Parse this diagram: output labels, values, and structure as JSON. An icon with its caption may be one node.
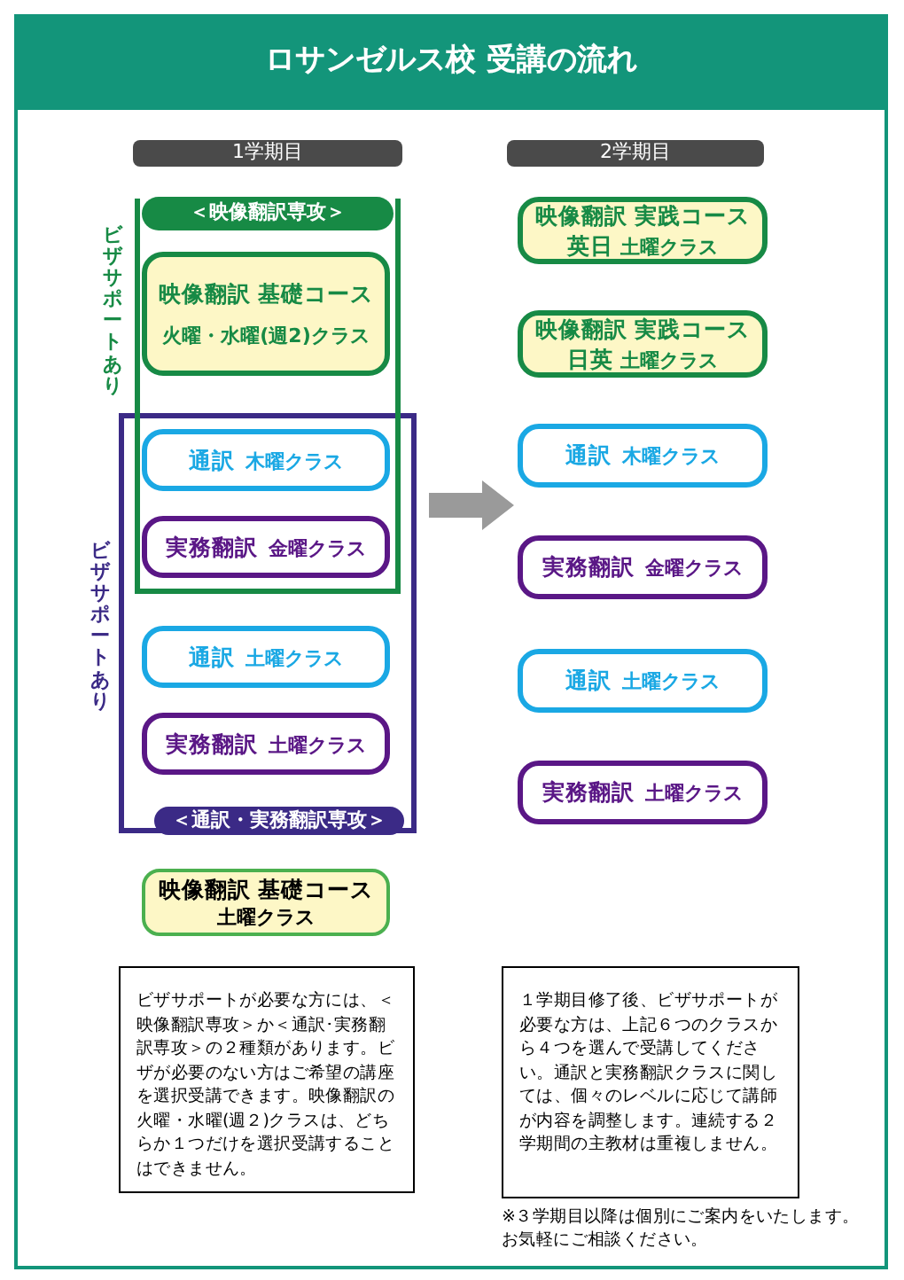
{
  "diagram": {
    "title": "ロサンゼルス校 受講の流れ",
    "nodes": [
      {
        "text": [
          "＜映像翻訳専攻＞",
          "ビザサポートあり"
        ]
      },
      {
        "text": [
          "映像翻訳 基礎コース",
          "火曜・水曜(週2)クラス"
        ],
        "in": 0
      },
      {
        "text": [
          "通訳",
          "木曜クラス"
        ]
      },
      {
        "text": [
          "実務翻訳",
          "金曜クラス"
        ]
      },
      {
        "text": [
          "＜通訳・実務翻訳専攻＞",
          "ビザサポートあり"
        ]
      },
      {
        "text": [
          "通訳",
          "土曜クラス"
        ],
        "in": 4
      },
      {
        "text": [
          "実務翻訳",
          "土曜クラス"
        ],
        "in": 4
      },
      {
        "text": [
          "映像翻訳 基礎コース",
          "土曜クラス"
        ]
      },
      {
        "text": [
          "映像翻訳 実践コース",
          "英日",
          "土曜クラス"
        ]
      },
      {
        "text": [
          "映像翻訳 実践コース",
          "日英",
          "土曜クラス"
        ]
      },
      {
        "text": [
          "通訳",
          "木曜クラス"
        ]
      },
      {
        "text": [
          "実務翻訳",
          "金曜クラス"
        ]
      },
      {
        "text": [
          "通訳",
          "土曜クラス"
        ]
      },
      {
        "text": [
          "実務翻訳",
          "土曜クラス"
        ]
      },
      {
        "text": [
          "ビザサポートが必要な方には、＜映像翻訳専攻＞か＜通訳･実務翻訳専攻＞の２種類があります。ビザが必要のない方はご希望の講座を選択受講できます。映像翻訳の火曜・水曜(週２)クラスは、どちらか１つだけを選択受講することはできません。"
        ]
      },
      {
        "text": [
          "１学期目修了後、ビザサポートが必要な方は、上記６つのクラスから４つを選んで受講してください。通訳と実務翻訳クラスに関しては、個々のレベルに応じて講師が内容を調整します。連続する２学期間の主教材は重複しません。"
        ]
      }
    ],
    "edges": [
      {
        "from": 3,
        "to": 10,
        "arrow": "to",
        "style": "thick",
        "color": "#9a9a9a"
      }
    ],
    "labels": [
      "1学期目",
      "2学期目",
      "※３学期目以降は個別にご案内をいたします。お気軽にご相談ください。"
    ]
  }
}
